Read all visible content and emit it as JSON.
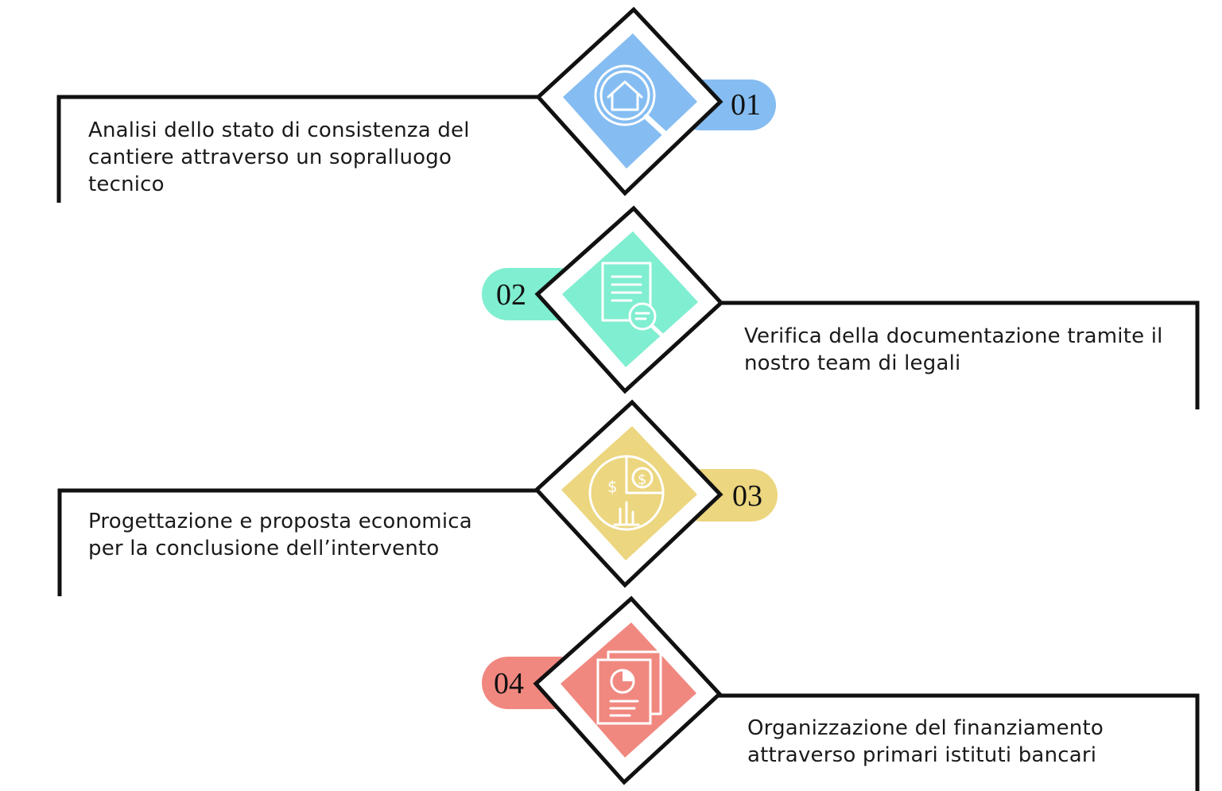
{
  "steps": [
    {
      "number": "01",
      "text": "Analisi dello stato di consistenza del cantiere attraverso un sopralluogo tecnico",
      "color": "#85bdf2",
      "icon": "house-search-icon"
    },
    {
      "number": "02",
      "text": "Verifica della documentazione tramite il nostro team di legali",
      "color": "#80eed0",
      "icon": "document-search-icon"
    },
    {
      "number": "03",
      "text": "Progettazione e proposta economica per la conclusione dell’intervento",
      "color": "#ecd67f",
      "icon": "finance-chart-icon"
    },
    {
      "number": "04",
      "text": "Organizzazione del finanziamento attraverso primari istituti bancari",
      "color": "#f08880",
      "icon": "report-pie-icon"
    }
  ]
}
